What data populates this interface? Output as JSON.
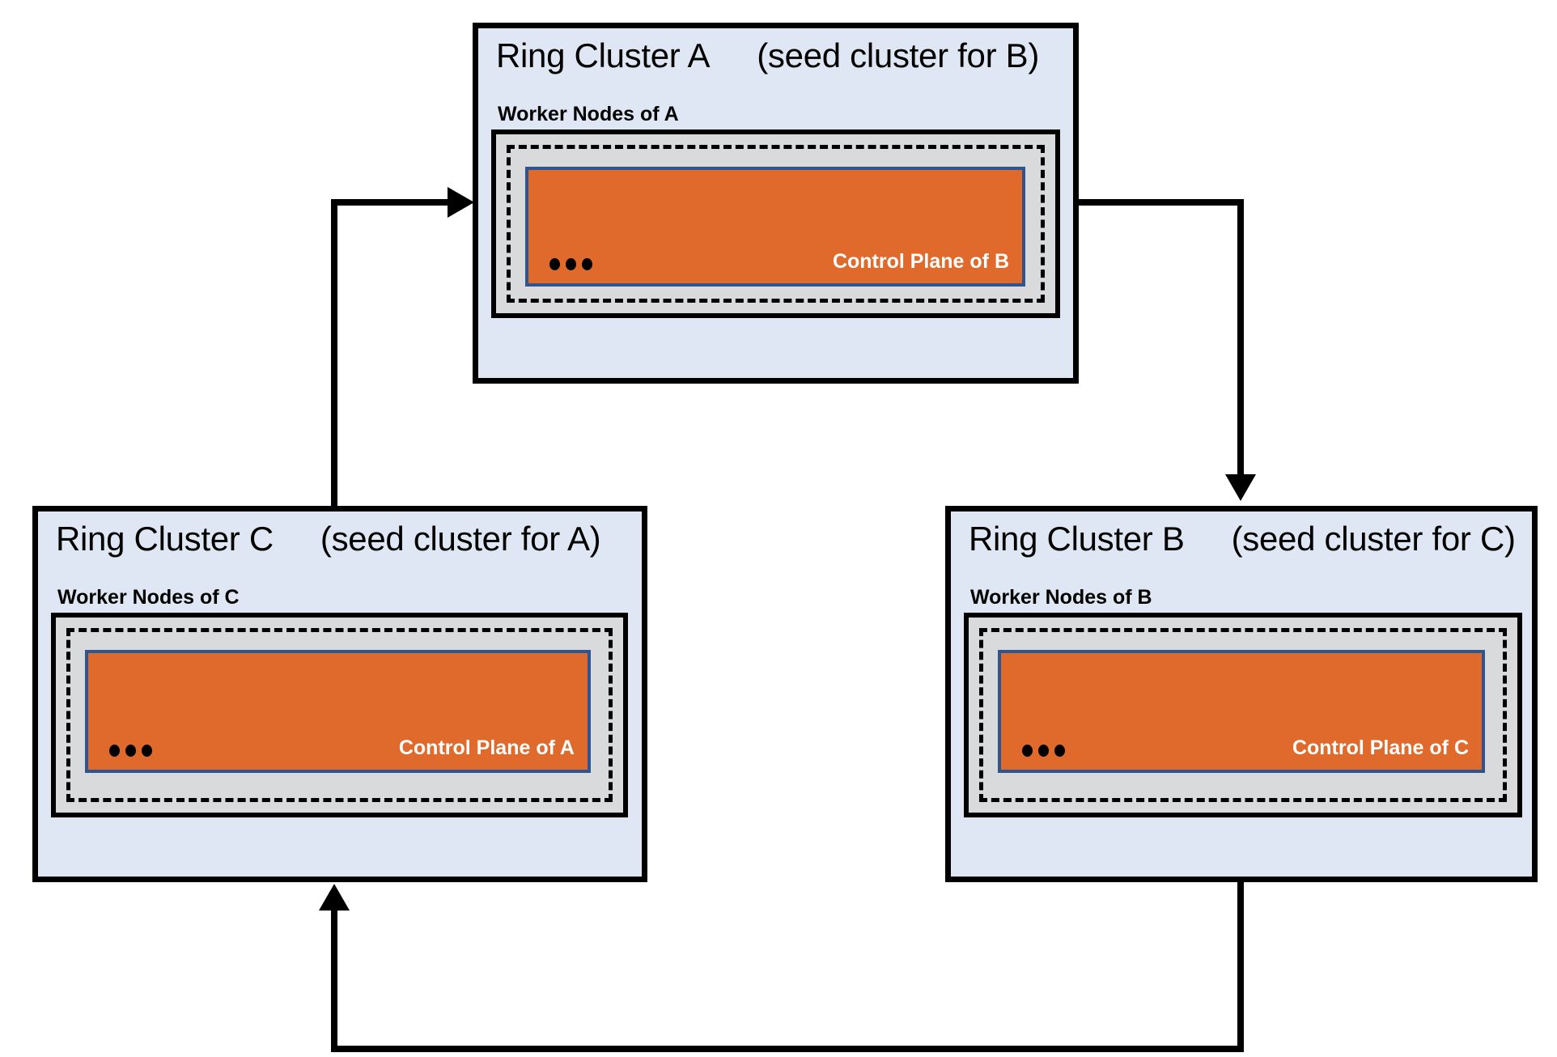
{
  "diagram": {
    "title": "Ring cluster topology with seed-cluster relationships",
    "colors": {
      "cluster_background": "#DEE7F3",
      "worker_node_background": "#D9DADB",
      "control_plane_fill": "#E06A2B",
      "control_plane_border": "#2E5590",
      "outline": "#000000",
      "label_text": "#FFFFFF",
      "page_background": "#FFFFFF"
    },
    "ellipsis_glyph": "•••"
  },
  "clusters": [
    {
      "id": "a",
      "title": "Ring Cluster A",
      "seed_note": "(seed cluster for B)",
      "worker_label": "Worker Nodes of A",
      "control_plane_label": "Control Plane of B",
      "dots": "•••"
    },
    {
      "id": "c",
      "title": "Ring Cluster C",
      "seed_note": "(seed cluster for A)",
      "worker_label": "Worker Nodes of C",
      "control_plane_label": "Control Plane of A",
      "dots": "•••"
    },
    {
      "id": "b",
      "title": "Ring Cluster B",
      "seed_note": "(seed cluster for C)",
      "worker_label": "Worker Nodes of B",
      "control_plane_label": "Control Plane of C",
      "dots": "•••"
    }
  ],
  "connections": [
    {
      "id": "a-to-b",
      "from": "Ring Cluster A",
      "to": "Ring Cluster B",
      "direction": "down"
    },
    {
      "id": "b-to-c",
      "from": "Ring Cluster B",
      "to": "Ring Cluster C",
      "direction": "up"
    },
    {
      "id": "c-to-a",
      "from": "Ring Cluster C",
      "to": "Ring Cluster A",
      "direction": "right"
    }
  ]
}
